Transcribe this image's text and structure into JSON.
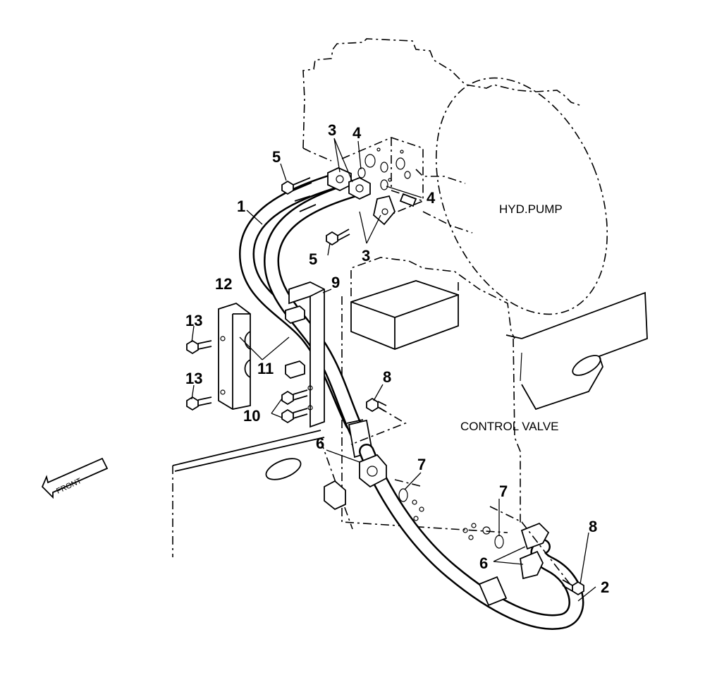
{
  "labels": {
    "hyd_pump": "HYD.PUMP",
    "control_valve": "CONTROL VALVE",
    "front": "FRONT"
  },
  "callouts": {
    "c1": "1",
    "c2": "2",
    "c3a": "3",
    "c3b": "3",
    "c4a": "4",
    "c4b": "4",
    "c5a": "5",
    "c5b": "5",
    "c6a": "6",
    "c6b": "6",
    "c7a": "7",
    "c7b": "7",
    "c8a": "8",
    "c8b": "8",
    "c9": "9",
    "c10": "10",
    "c11": "11",
    "c12": "12",
    "c13a": "13",
    "c13b": "13"
  }
}
